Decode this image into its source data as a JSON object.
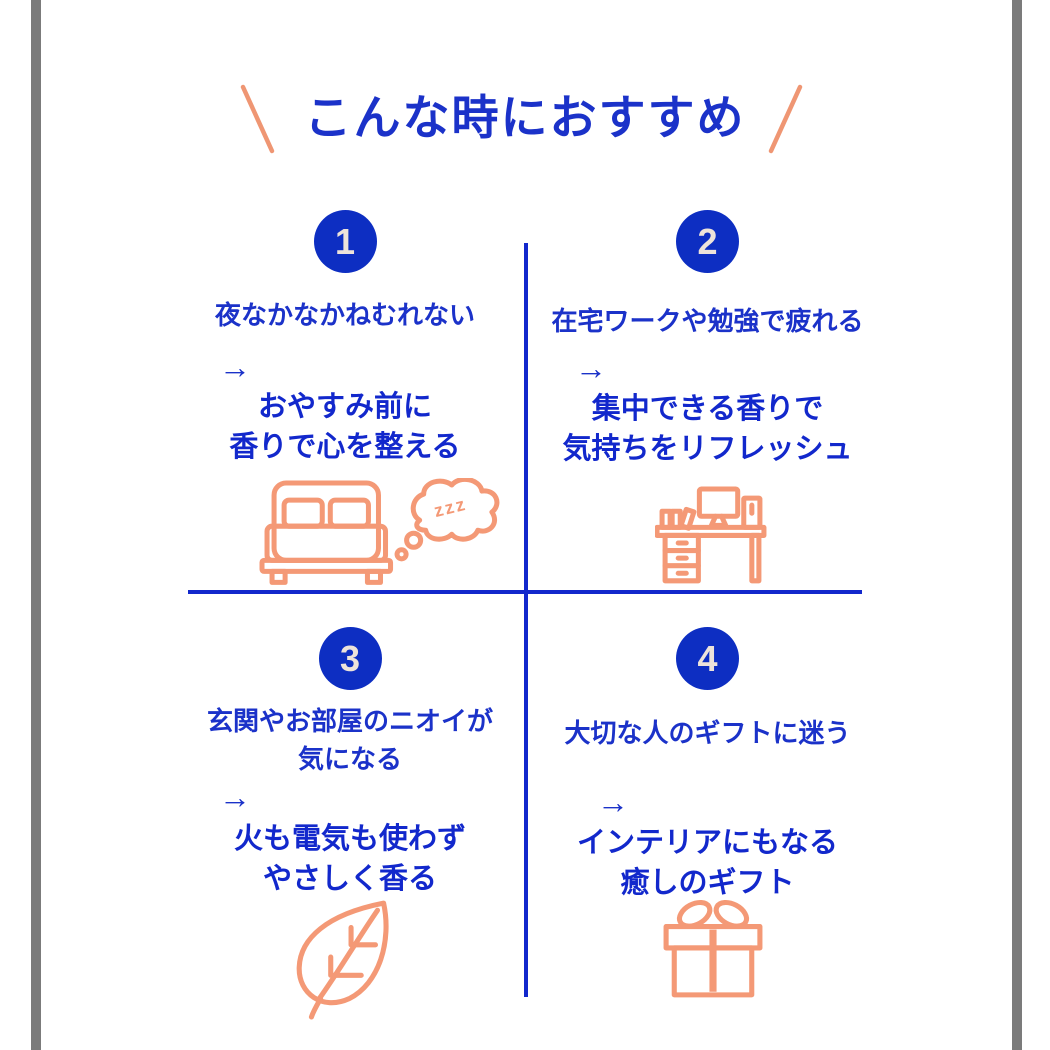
{
  "colors": {
    "text_blue": "#1b32c9",
    "divider_blue": "#1228cc",
    "circle_blue": "#0d2ec2",
    "accent_orange": "#f49976",
    "number_cream": "#ede3da",
    "frame_gray": "#7b7b7b",
    "background": "#ffffff"
  },
  "title": {
    "text": "こんな時におすすめ"
  },
  "quadrants": [
    {
      "number": "1",
      "problem": [
        "夜なかなかねむれない"
      ],
      "arrow": "→",
      "solution": [
        "おやすみ前に",
        "香りで心を整える"
      ],
      "icon": "bed-sleep-icon"
    },
    {
      "number": "2",
      "problem": [
        "在宅ワークや勉強で疲れる"
      ],
      "arrow": "→",
      "solution": [
        "集中できる香りで",
        "気持ちをリフレッシュ"
      ],
      "icon": "desk-work-icon"
    },
    {
      "number": "3",
      "problem": [
        "玄関やお部屋のニオイが",
        "気になる"
      ],
      "arrow": "→",
      "solution": [
        "火も電気も使わず",
        "やさしく香る"
      ],
      "icon": "leaf-icon"
    },
    {
      "number": "4",
      "problem": [
        "大切な人のギフトに迷う"
      ],
      "arrow": "→",
      "solution": [
        "インテリアにもなる",
        "癒しのギフト"
      ],
      "icon": "gift-icon"
    }
  ],
  "icons": {
    "bed": "bed-sleep-icon",
    "desk": "desk-work-icon",
    "leaf": "leaf-icon",
    "gift": "gift-icon",
    "bed_bubble_text": "zzz"
  }
}
